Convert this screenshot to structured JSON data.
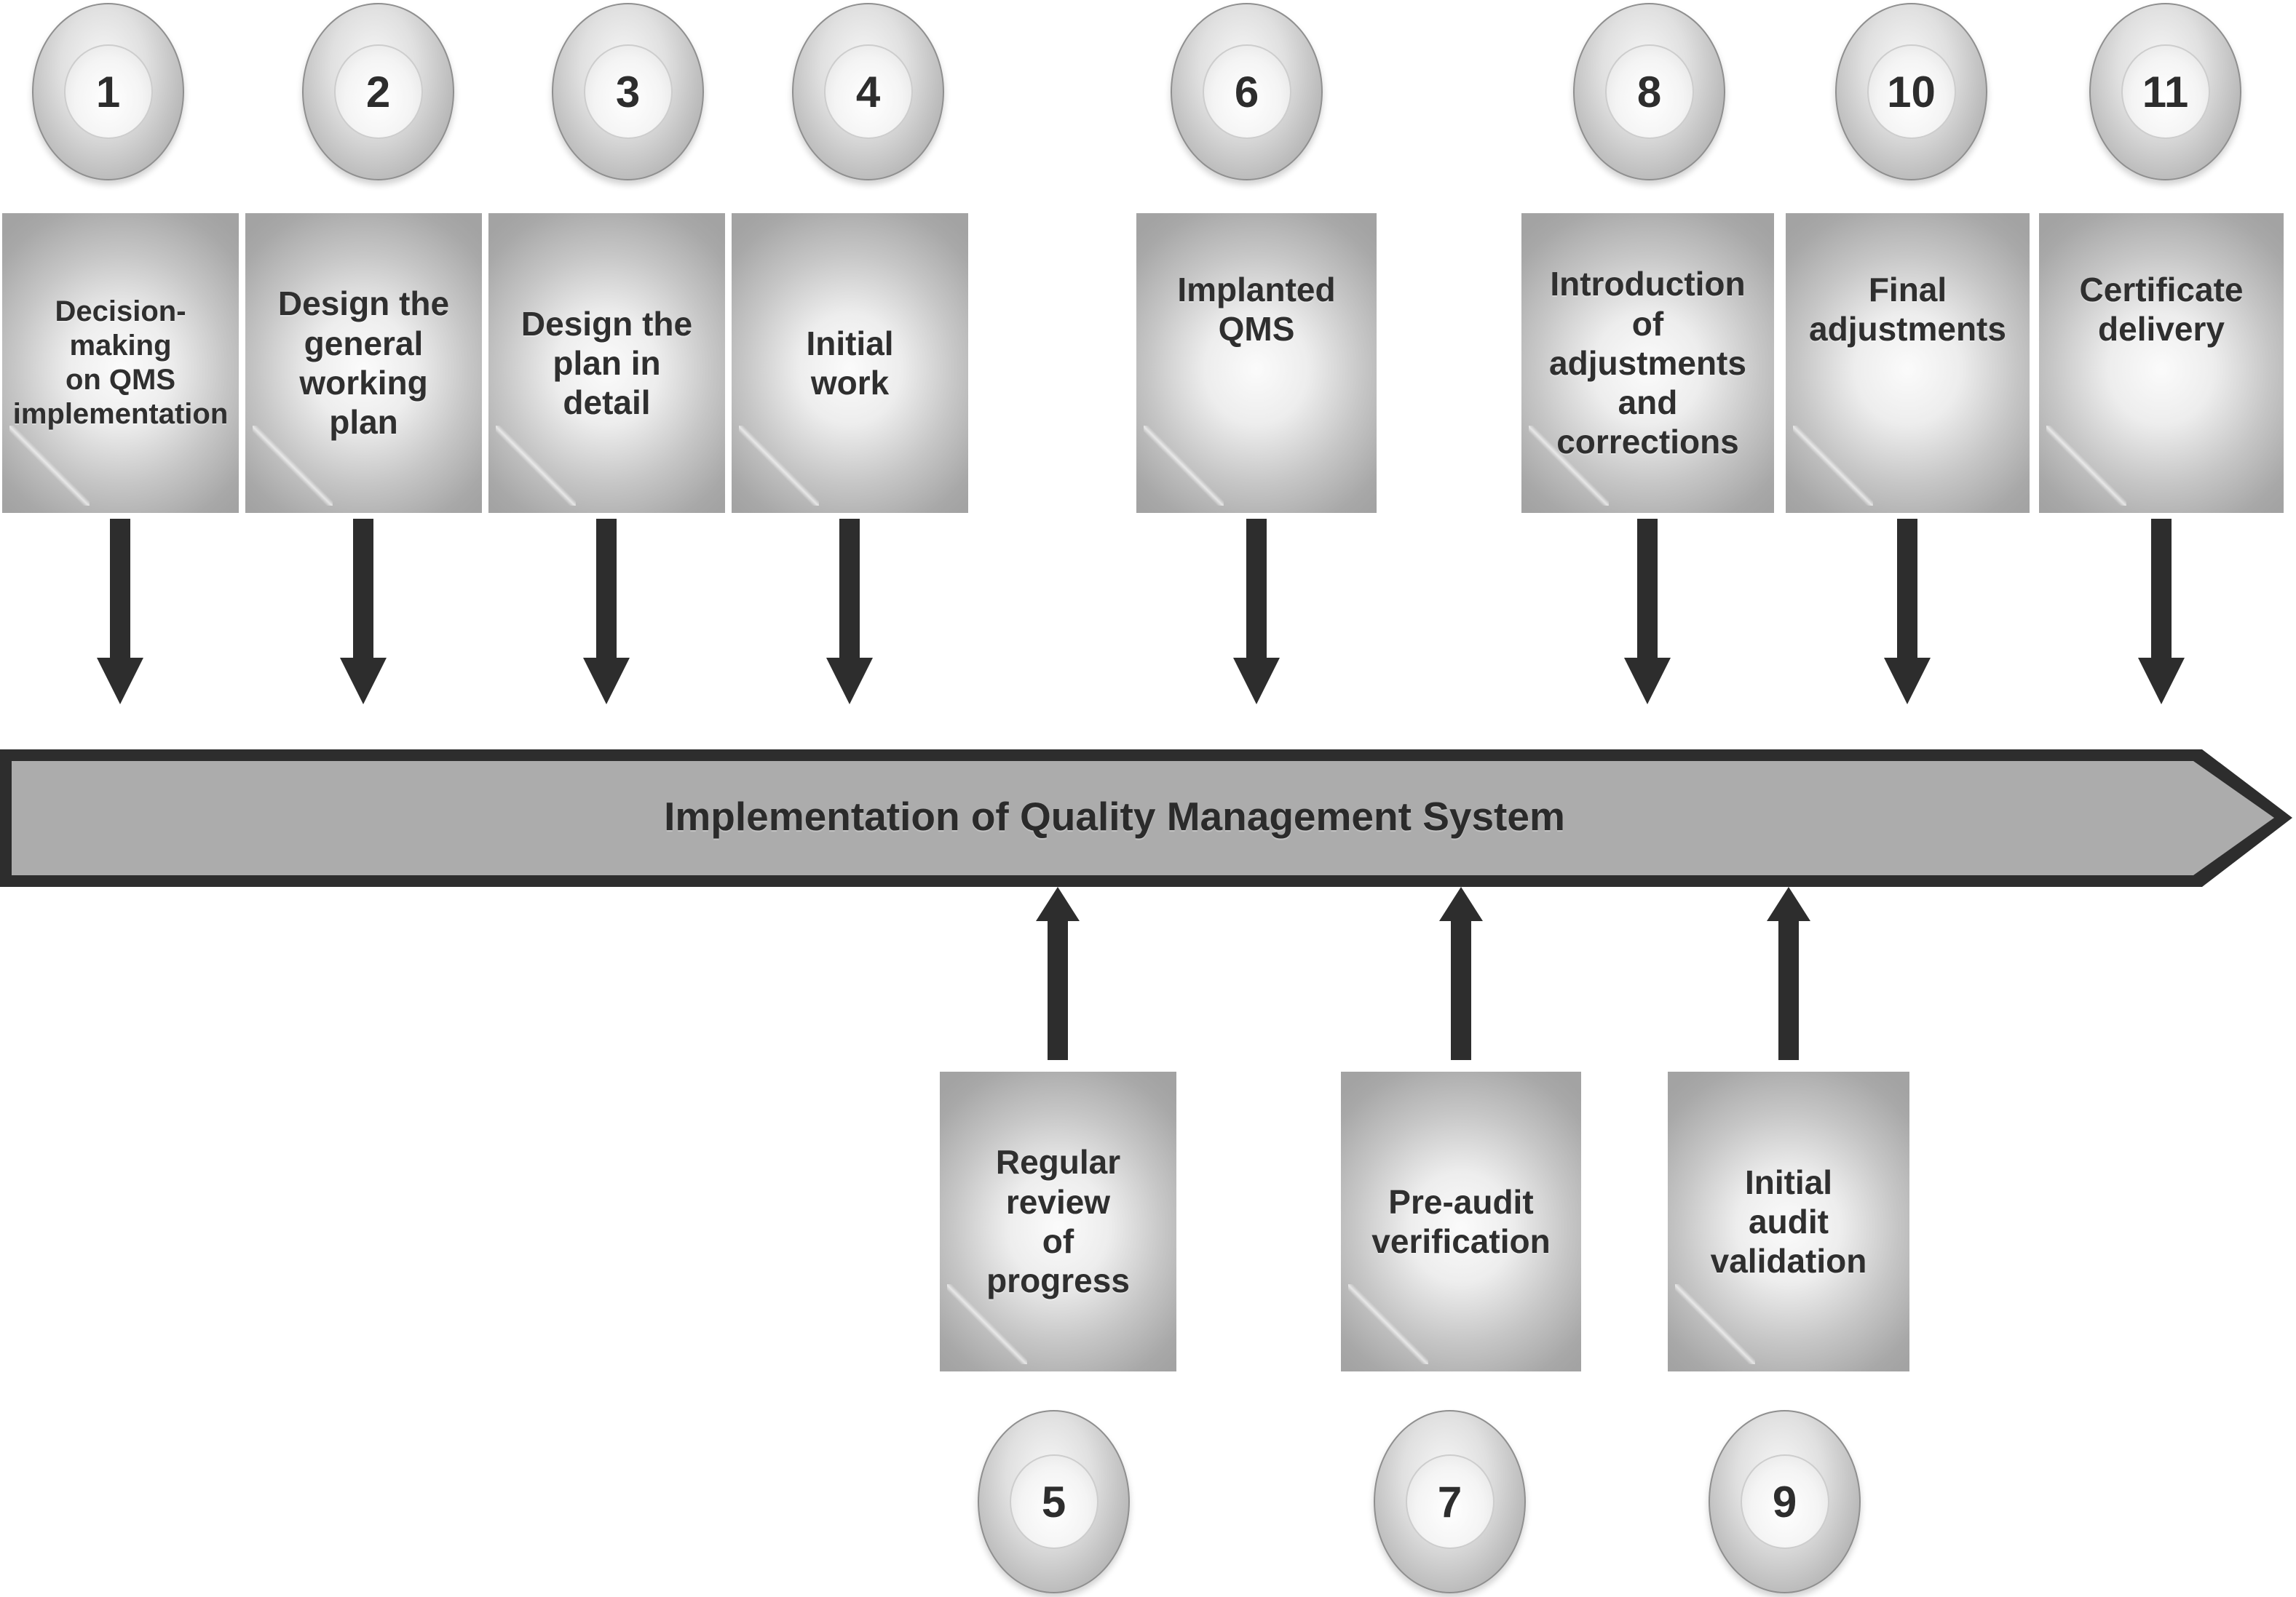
{
  "colors": {
    "dark_ink": "#2d2d2d",
    "banner_fill": "#acacac",
    "box_fill_edge": "#a5a5a5",
    "box_fill_center": "#fbfbfb",
    "text": "#2f2f2f",
    "background": "#ffffff"
  },
  "banner": {
    "label": "Implementation of Quality Management System"
  },
  "steps": [
    {
      "number": "1",
      "label": "Decision-\nmaking\non QMS\nimplementation",
      "row": "top"
    },
    {
      "number": "2",
      "label": "Design the\ngeneral\nworking\nplan",
      "row": "top"
    },
    {
      "number": "3",
      "label": "Design the\nplan in\ndetail",
      "row": "top"
    },
    {
      "number": "4",
      "label": "Initial\nwork",
      "row": "top"
    },
    {
      "number": "5",
      "label": "Regular\nreview\nof\nprogress",
      "row": "bottom"
    },
    {
      "number": "6",
      "label": "Implanted\nQMS",
      "row": "top"
    },
    {
      "number": "7",
      "label": "Pre-audit\nverification",
      "row": "bottom"
    },
    {
      "number": "8",
      "label": "Introduction\nof\nadjustments\nand\ncorrections",
      "row": "top"
    },
    {
      "number": "9",
      "label": "Initial\naudit\nvalidation",
      "row": "bottom"
    },
    {
      "number": "10",
      "label": "Final\nadjustments",
      "row": "top"
    },
    {
      "number": "11",
      "label": "Certificate\ndelivery",
      "row": "top"
    }
  ]
}
